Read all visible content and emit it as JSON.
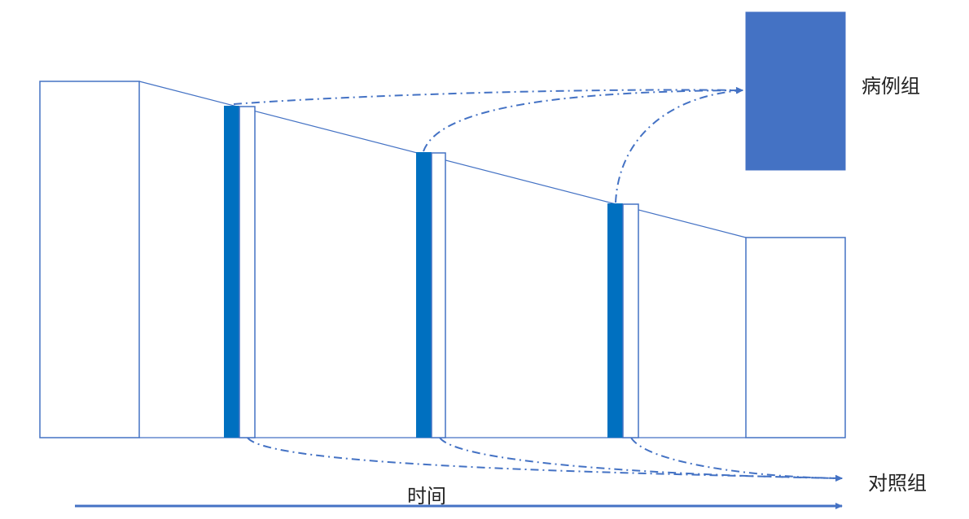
{
  "labels": {
    "case_group": "病例组",
    "control_group": "对照组",
    "time": "时间"
  },
  "colors": {
    "line_blue": "#4472c4",
    "fill_blue": "#0070c0",
    "case_fill": "#4472c4",
    "text": "#222222"
  }
}
